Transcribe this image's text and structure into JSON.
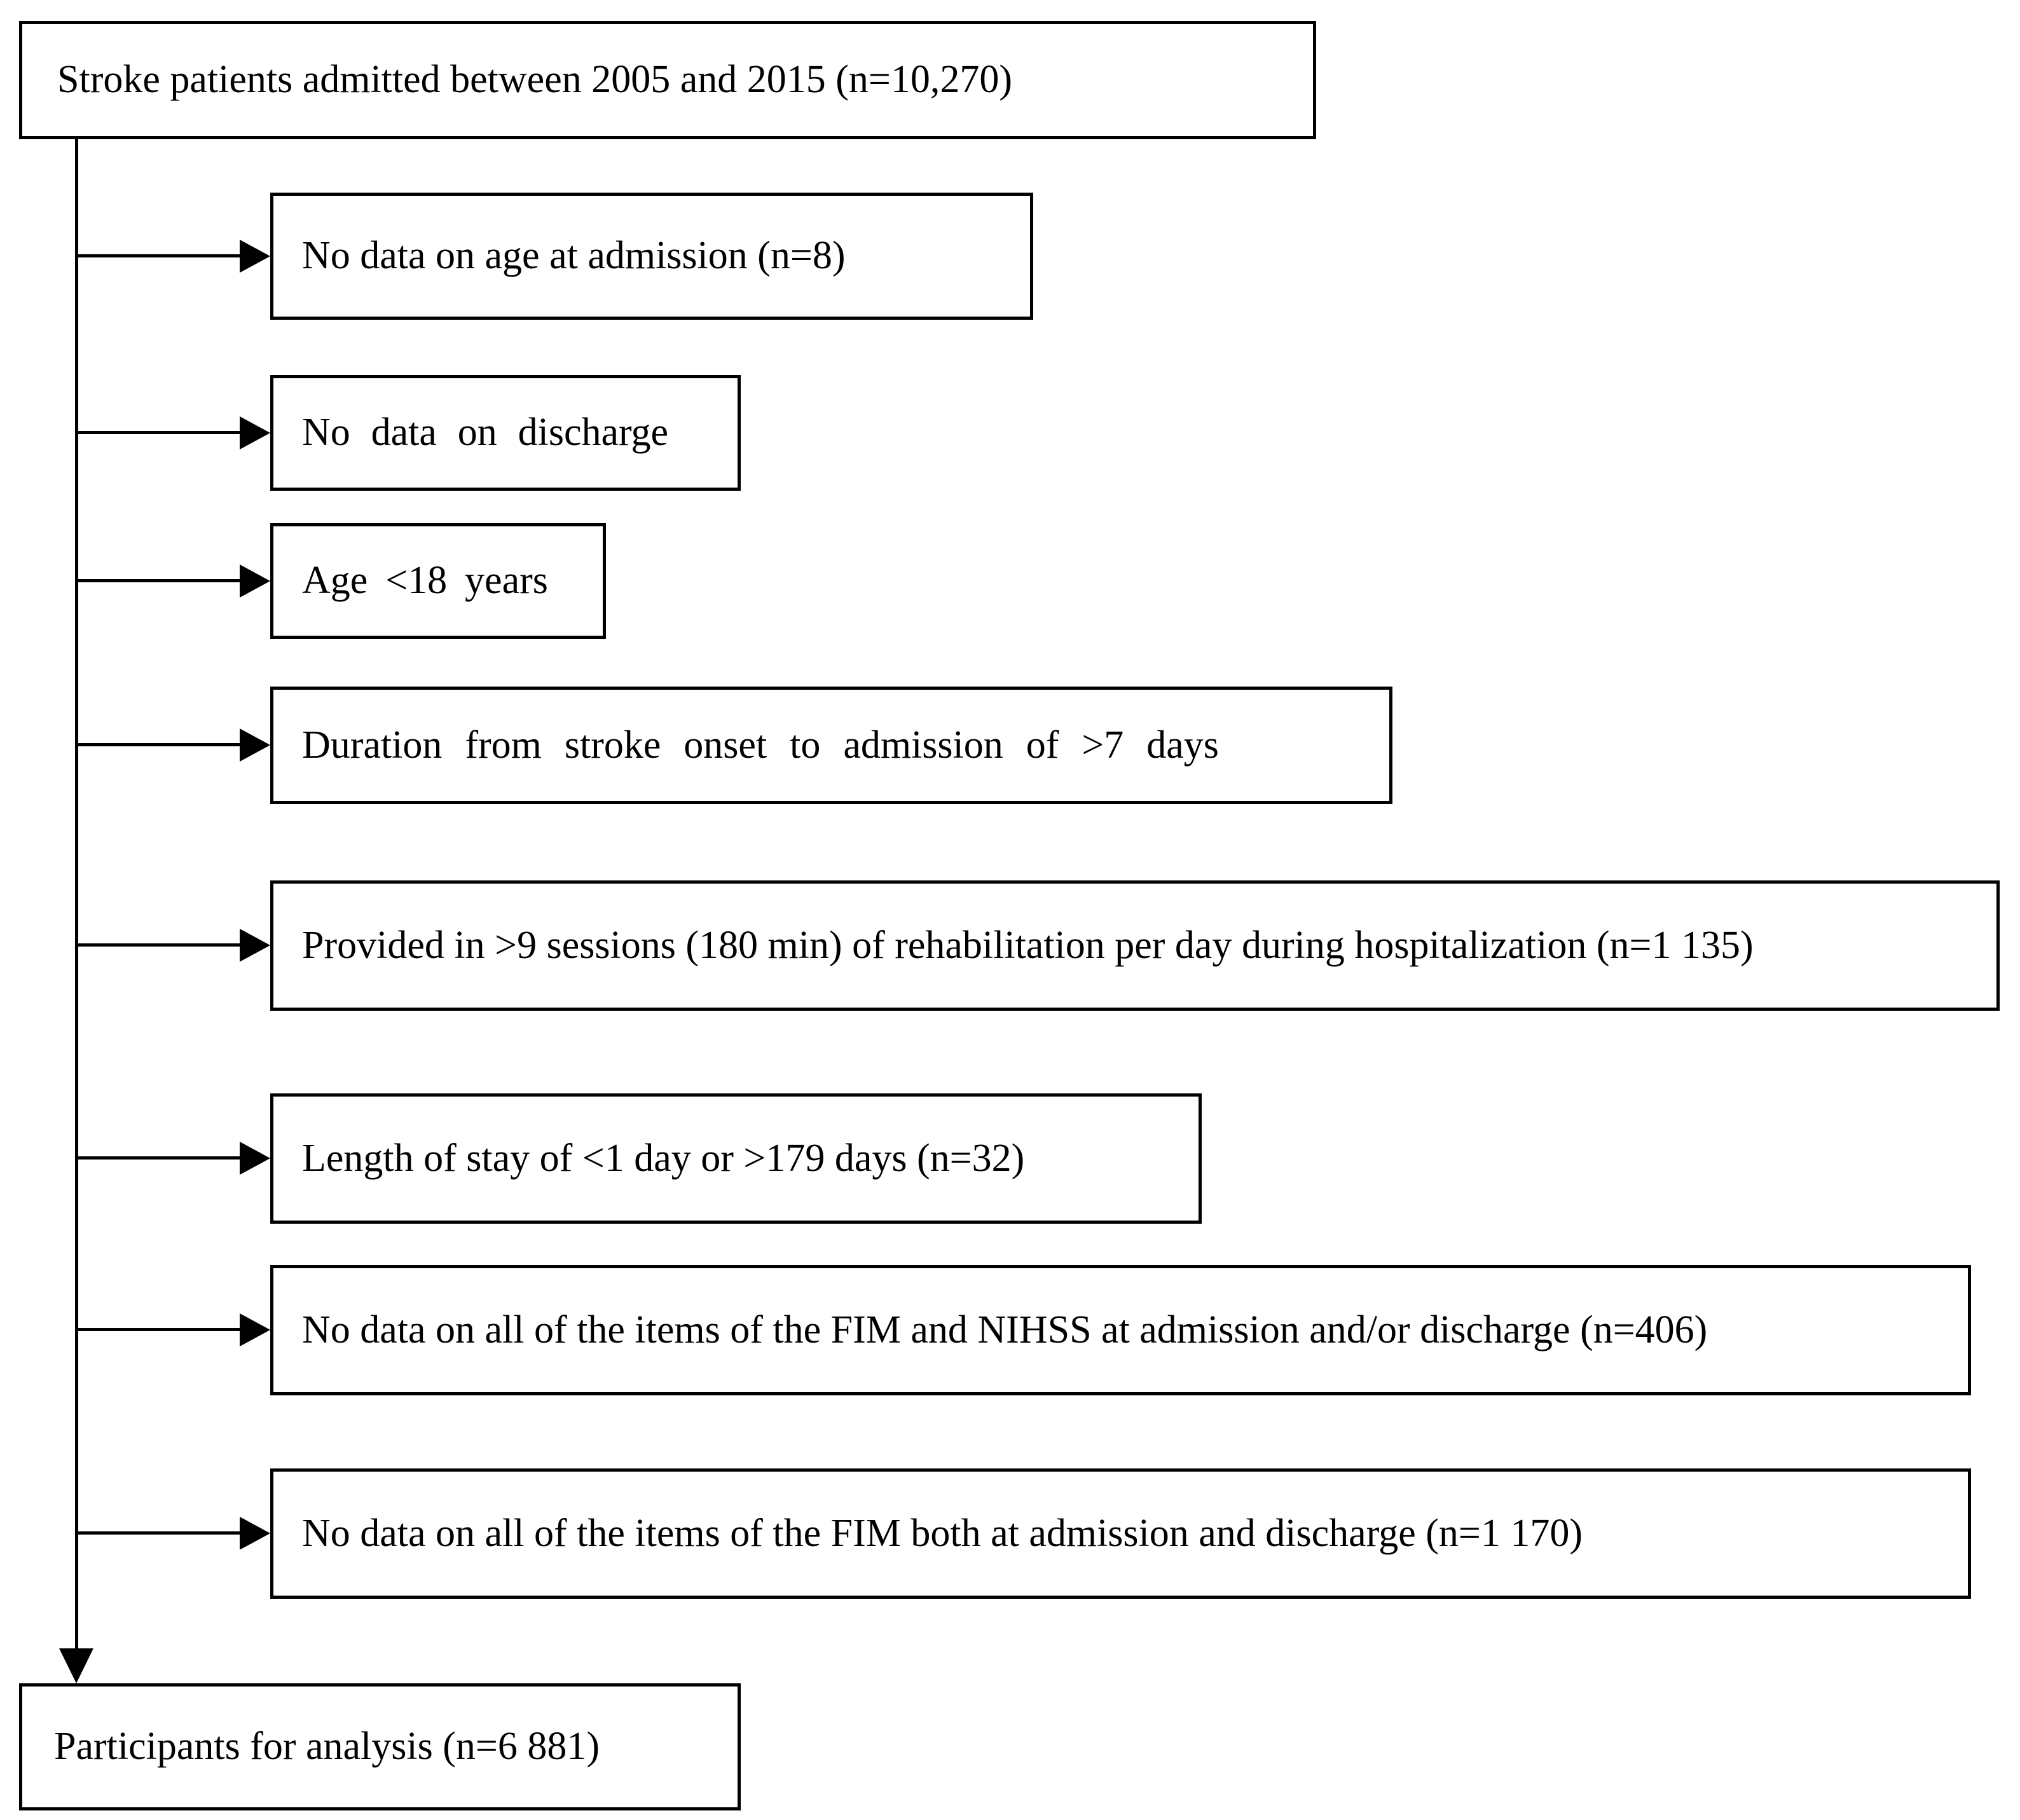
{
  "colors": {
    "ink": "#000000",
    "background": "#ffffff"
  },
  "flowchart": {
    "source": {
      "label": "Stroke patients admitted between 2005 and 2015 (n=10,270)"
    },
    "exclusions": [
      {
        "label": "No data on age at admission (n=8)"
      },
      {
        "label": "No data on discharge"
      },
      {
        "label": "Age <18 years"
      },
      {
        "label": "Duration from stroke onset to admission of >7 days"
      },
      {
        "label": "Provided in >9 sessions (180 min) of rehabilitation per day during hospitalization (n=1 135)"
      },
      {
        "label": "Length of stay of <1 day or >179 days (n=32)"
      },
      {
        "label": "No data on all of the items of the FIM and NIHSS at admission and/or discharge (n=406)"
      },
      {
        "label": "No data on all of the items of the FIM both at admission and discharge (n=1 170)"
      }
    ],
    "result": {
      "label": "Participants for analysis (n=6 881)"
    }
  }
}
